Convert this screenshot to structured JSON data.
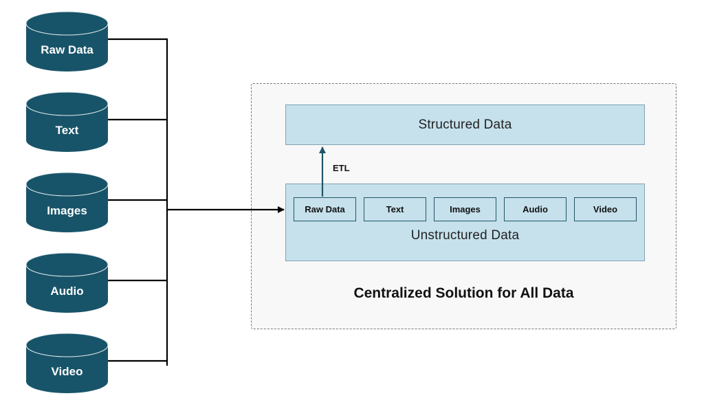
{
  "sources": [
    {
      "label": "Raw Data",
      "icon": "database-icon"
    },
    {
      "label": "Text",
      "icon": "database-icon"
    },
    {
      "label": "Images",
      "icon": "database-icon"
    },
    {
      "label": "Audio",
      "icon": "database-icon"
    },
    {
      "label": "Video",
      "icon": "database-icon"
    }
  ],
  "container": {
    "caption": "Centralized Solution for All Data",
    "structured": {
      "label": "Structured Data"
    },
    "etl_label": "ETL",
    "unstructured": {
      "label": "Unstructured Data",
      "items": [
        "Raw Data",
        "Text",
        "Images",
        "Audio",
        "Video"
      ]
    }
  },
  "colors": {
    "cylinder_fill": "#185469",
    "panel_fill": "#c6e1ec",
    "panel_border": "#7fa3b1",
    "etl_arrow": "#1f5567",
    "connector": "#000000"
  }
}
